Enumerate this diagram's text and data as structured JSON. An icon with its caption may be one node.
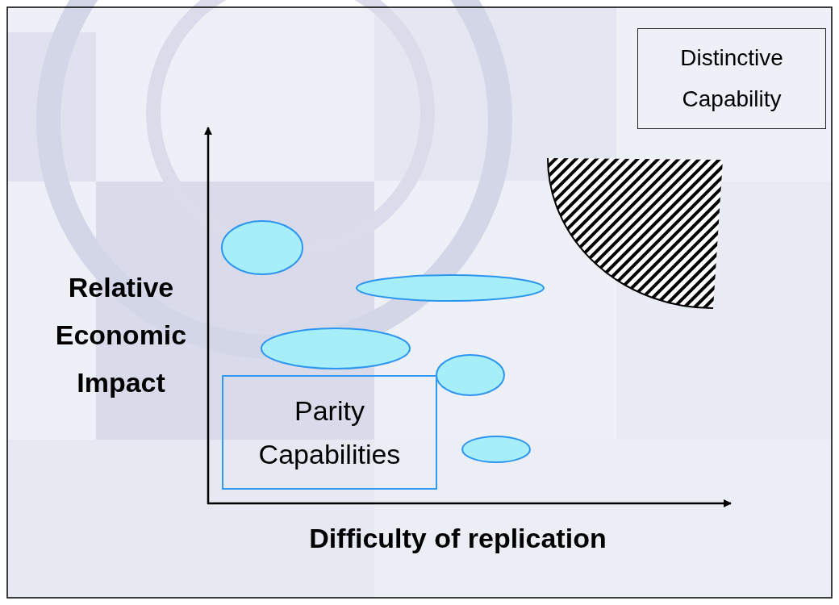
{
  "diagram": {
    "nodes": [
      {
        "text": [
          "Distinctive Capability"
        ]
      },
      {
        "text": [],
        "shape": "sector"
      },
      {
        "text": [],
        "shape": "ellipse"
      },
      {
        "text": [],
        "shape": "ellipse"
      },
      {
        "text": [],
        "shape": "ellipse"
      },
      {
        "text": [],
        "shape": "ellipse"
      },
      {
        "text": [
          "Parity Capabilities"
        ]
      },
      {
        "text": [],
        "shape": "ellipse"
      }
    ],
    "edges": [],
    "labels": [
      "Relative Economic Impact",
      "Difficulty of replication"
    ]
  }
}
